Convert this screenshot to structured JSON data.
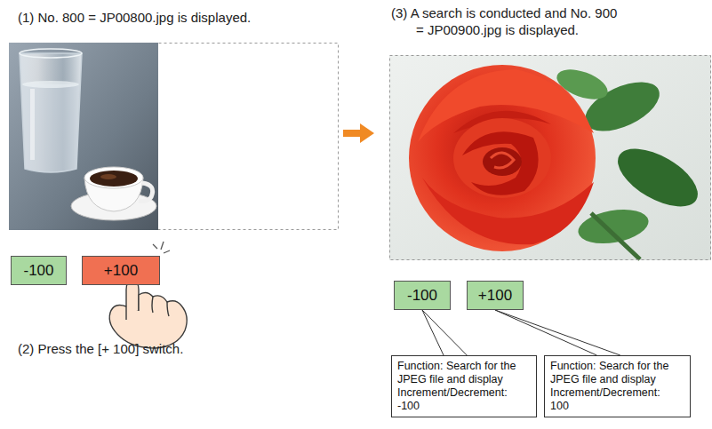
{
  "diagram": {
    "nodes": [
      {
        "text": [
          "-100"
        ]
      },
      {
        "text": [
          "+100"
        ]
      },
      {
        "text": [
          "-100"
        ]
      },
      {
        "text": [
          "+100"
        ]
      },
      {
        "text": [
          "Function: Search for the JPEG file and display",
          "Increment/Decrement: -100"
        ]
      },
      {
        "text": [
          "Function: Search for the JPEG file and display",
          "Increment/Decrement: 100"
        ]
      }
    ],
    "edges": [
      {
        "from": 4,
        "to": 2,
        "arrow": "none"
      },
      {
        "from": 5,
        "to": 3,
        "arrow": "none"
      }
    ],
    "labels": [
      "(1) No. 800 = JP00800.jpg is displayed.",
      "(2) Press the [+ 100] switch.",
      "(3) A search is conducted and No. 900 = JP00900.jpg is displayed."
    ]
  }
}
